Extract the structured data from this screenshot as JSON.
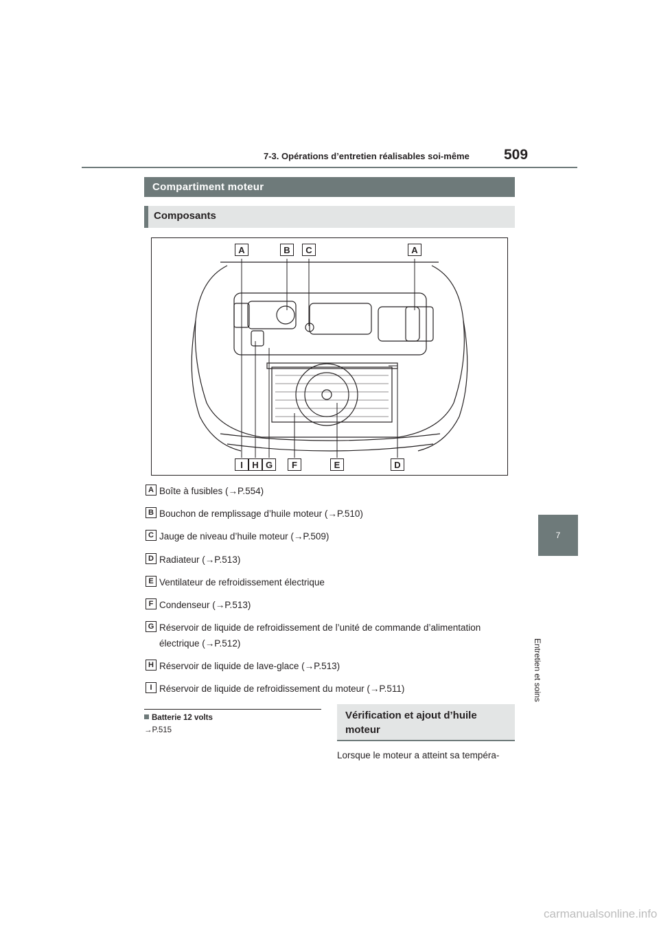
{
  "header": {
    "title": "7-3. Opérations d’entretien réalisables soi-même",
    "page_number": "509"
  },
  "side_tab": {
    "number": "7",
    "label": "Entretien et soins"
  },
  "section": {
    "title": "Compartiment moteur"
  },
  "subsection": {
    "title": "Composants"
  },
  "figure": {
    "callouts_top": [
      "A",
      "B",
      "C",
      "A"
    ],
    "callouts_bottom": [
      "I",
      "H",
      "G",
      "F",
      "E",
      "D"
    ]
  },
  "legend": [
    {
      "key": "A",
      "text": "Boîte à fusibles (→P.554)"
    },
    {
      "key": "B",
      "text": "Bouchon de remplissage d’huile moteur (→P.510)"
    },
    {
      "key": "C",
      "text": "Jauge de niveau d’huile moteur (→P.509)"
    },
    {
      "key": "D",
      "text": "Radiateur (→P.513)"
    },
    {
      "key": "E",
      "text": "Ventilateur de refroidissement électrique"
    },
    {
      "key": "F",
      "text": "Condenseur (→P.513)"
    },
    {
      "key": "G",
      "text": "Réservoir de liquide de refroidissement de l’unité de commande d’alimentation",
      "text2": "électrique (→P.512)"
    },
    {
      "key": "H",
      "text": "Réservoir de liquide de lave-glace (→P.513)"
    },
    {
      "key": "I",
      "text": "Réservoir de liquide de refroidissement du moteur (→P.511)"
    }
  ],
  "note": {
    "title": "Batterie 12 volts",
    "ref": "→P.515"
  },
  "subsection2": {
    "line1": "Vérification et ajout d’huile",
    "line2": "moteur"
  },
  "body_text": "Lorsque le moteur a atteint sa tempéra-",
  "watermark": "carmanualsonline.info"
}
